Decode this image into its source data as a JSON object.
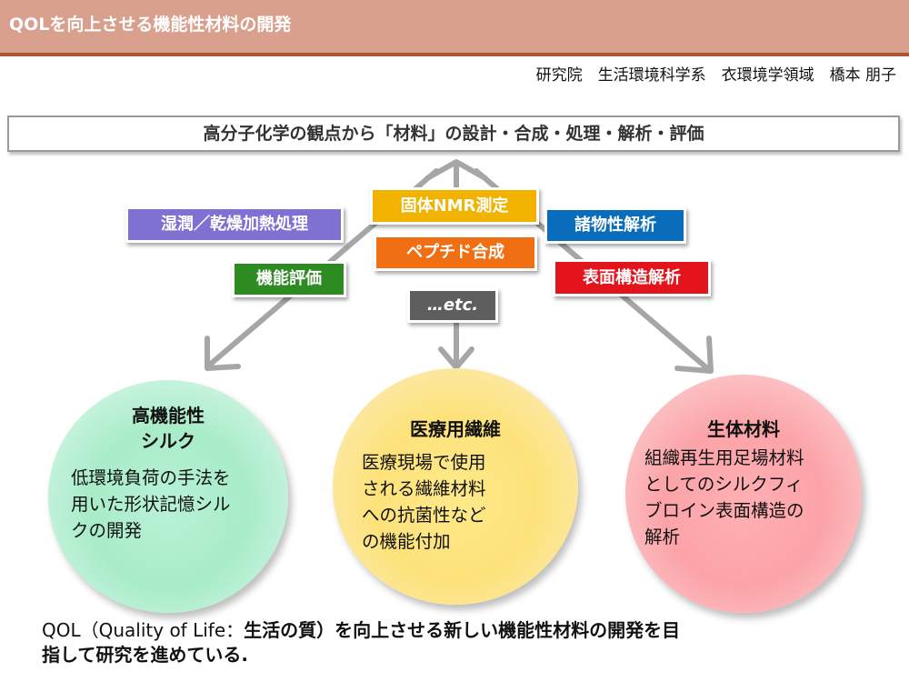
{
  "header": {
    "title": "QOLを向上させる機能性材料の開発"
  },
  "author": "研究院　生活環境科学系　衣環境学領域　橋本 朋子",
  "top_box": "高分子化学の観点から「材料」の設計・合成・処理・解析・評価",
  "tags": {
    "shitsujun": {
      "label": "湿潤／乾燥加熱処理",
      "color": "#7f71d2"
    },
    "kinou": {
      "label": "機能評価",
      "color": "#2e8b22"
    },
    "nmr": {
      "label": "固体NMR測定",
      "color": "#f2b200"
    },
    "peptide": {
      "label": "ペプチド合成",
      "color": "#ef6f12"
    },
    "etc": {
      "label": "…etc.",
      "color": "#5e5e5e"
    },
    "shobutsu": {
      "label": "諸物性解析",
      "color": "#0a6dbb"
    },
    "hyomen": {
      "label": "表面構造解析",
      "color": "#e4141c"
    }
  },
  "circles": {
    "silk": {
      "title_line1": "高機能性",
      "title_line2": "シルク",
      "body": [
        "低環境負荷の手法を",
        "用いた形状記憶シル",
        "クの開発"
      ]
    },
    "medical": {
      "title": "医療用繊維",
      "body": [
        "医療現場で使用",
        "される繊維材料",
        "への抗菌性など",
        "の機能付加"
      ]
    },
    "bio": {
      "title": "生体材料",
      "body": [
        "組織再生用足場材料",
        "としてのシルクフィ",
        "ブロイン表面構造の",
        "解析"
      ]
    }
  },
  "footer": {
    "part1": "QOL（Quality of Life：",
    "part2": "生活の質）を向上させる新しい機能性材料の開発を目",
    "line2": "指して研究を進めている."
  }
}
